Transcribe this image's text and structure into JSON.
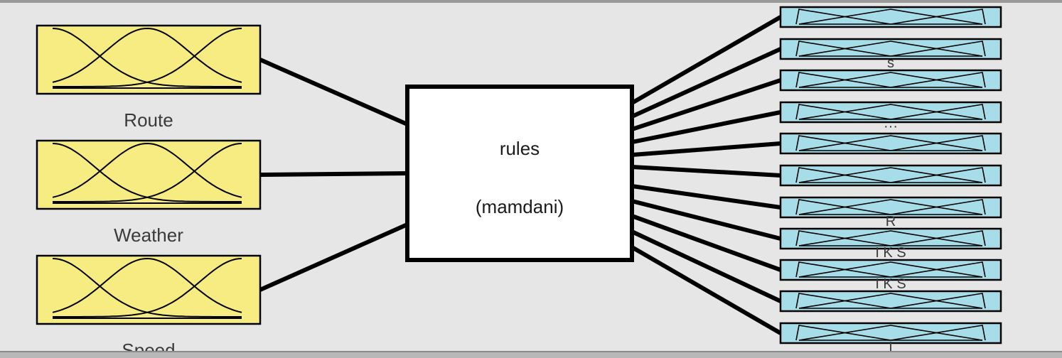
{
  "system": {
    "rule_block_label": "rules",
    "method_label": "(mamdani)"
  },
  "inputs": [
    {
      "name": "Route"
    },
    {
      "name": "Weather"
    },
    {
      "name": "Speed"
    }
  ],
  "outputs": [
    {
      "fragment": ""
    },
    {
      "fragment": "s"
    },
    {
      "fragment": ""
    },
    {
      "fragment": "···"
    },
    {
      "fragment": ""
    },
    {
      "fragment": ""
    },
    {
      "fragment": "R"
    },
    {
      "fragment": "I  K  S"
    },
    {
      "fragment": "I  K  S"
    },
    {
      "fragment": ""
    },
    {
      "fragment": "I"
    }
  ],
  "colors": {
    "input_fill": "#f7ec82",
    "output_fill": "#a7dde8",
    "rule_fill": "#ffffff",
    "line": "#000000",
    "background": "#e6e6e6"
  }
}
